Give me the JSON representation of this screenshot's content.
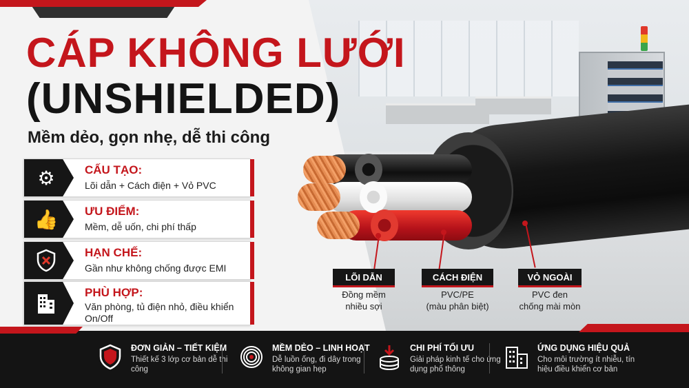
{
  "header": {
    "title_line1": "CÁP KHÔNG LƯỚI",
    "title_line2": "(UNSHIELDED)",
    "subtitle": "Mềm dẻo, gọn nhẹ, dễ thi công"
  },
  "features": [
    {
      "icon": "gear-icon",
      "title": "CẤU TẠO:",
      "text": "Lõi dẫn + Cách điện + Vỏ PVC"
    },
    {
      "icon": "thumbs-up-icon",
      "title": "ƯU ĐIỂM:",
      "text": "Mềm, dễ uốn, chi phí thấp"
    },
    {
      "icon": "shield-x-icon",
      "title": "HẠN CHẾ:",
      "text": "Gần như không chống được EMI"
    },
    {
      "icon": "building-icon",
      "title": "PHÙ HỢP:",
      "text": "Văn phòng, tủ điện nhỏ, điều khiển On/Off"
    }
  ],
  "callouts": [
    {
      "label": "LÕI DẪN",
      "desc_line1": "Đồng mềm",
      "desc_line2": "nhiều sợi"
    },
    {
      "label": "CÁCH ĐIỆN",
      "desc_line1": "PVC/PE",
      "desc_line2": "(màu phân biệt)"
    },
    {
      "label": "VỎ NGOÀI",
      "desc_line1": "PVC đen",
      "desc_line2": "chống mài mòn"
    }
  ],
  "footer": [
    {
      "icon": "shield-icon",
      "title": "ĐƠN GIẢN – TIẾT KIỆM",
      "text": "Thiết kế 3 lớp cơ bản dễ thi công"
    },
    {
      "icon": "cable-coil-icon",
      "title": "MỀM DẺO – LINH HOẠT",
      "text": "Dễ luồn ống, đi dây trong không gian hẹp"
    },
    {
      "icon": "coins-down-icon",
      "title": "CHI PHÍ TỐI ƯU",
      "text": "Giải pháp kinh tế cho ứng dụng phổ thông"
    },
    {
      "icon": "buildings-icon",
      "title": "ỨNG DỤNG HIỆU QUẢ",
      "text": "Cho môi trường ít nhiễu, tín hiệu điều khiển cơ bản"
    }
  ],
  "colors": {
    "accent": "#c4161c",
    "dark": "#161616",
    "background": "#f3f3f3"
  }
}
